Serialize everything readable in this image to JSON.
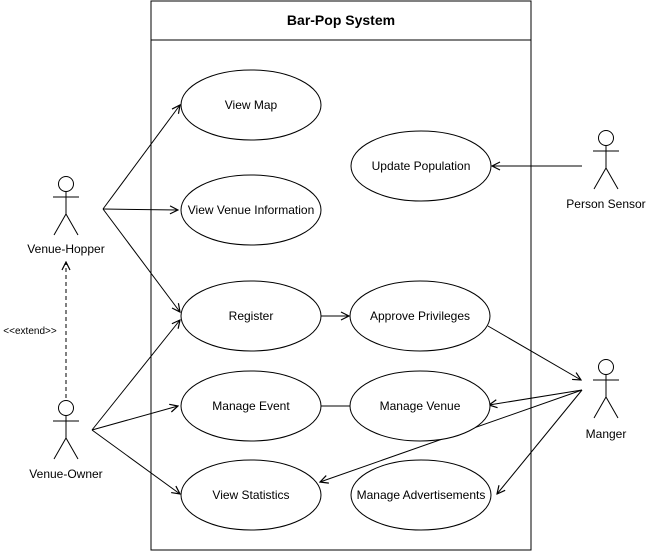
{
  "system": {
    "title": "Bar-Pop System"
  },
  "use_cases": {
    "view_map": "View Map",
    "view_venue_information": "View Venue Information",
    "register": "Register",
    "manage_event": "Manage Event",
    "view_statistics": "View Statistics",
    "update_population": "Update Population",
    "approve_privileges": "Approve Privileges",
    "manage_venue": "Manage Venue",
    "manage_advertisements": "Manage Advertisements"
  },
  "actors": {
    "venue_hopper": "Venue-Hopper",
    "venue_owner": "Venue-Owner",
    "person_sensor": "Person Sensor",
    "manager": "Manger"
  },
  "relations": {
    "extend_label": "<<extend>>"
  }
}
